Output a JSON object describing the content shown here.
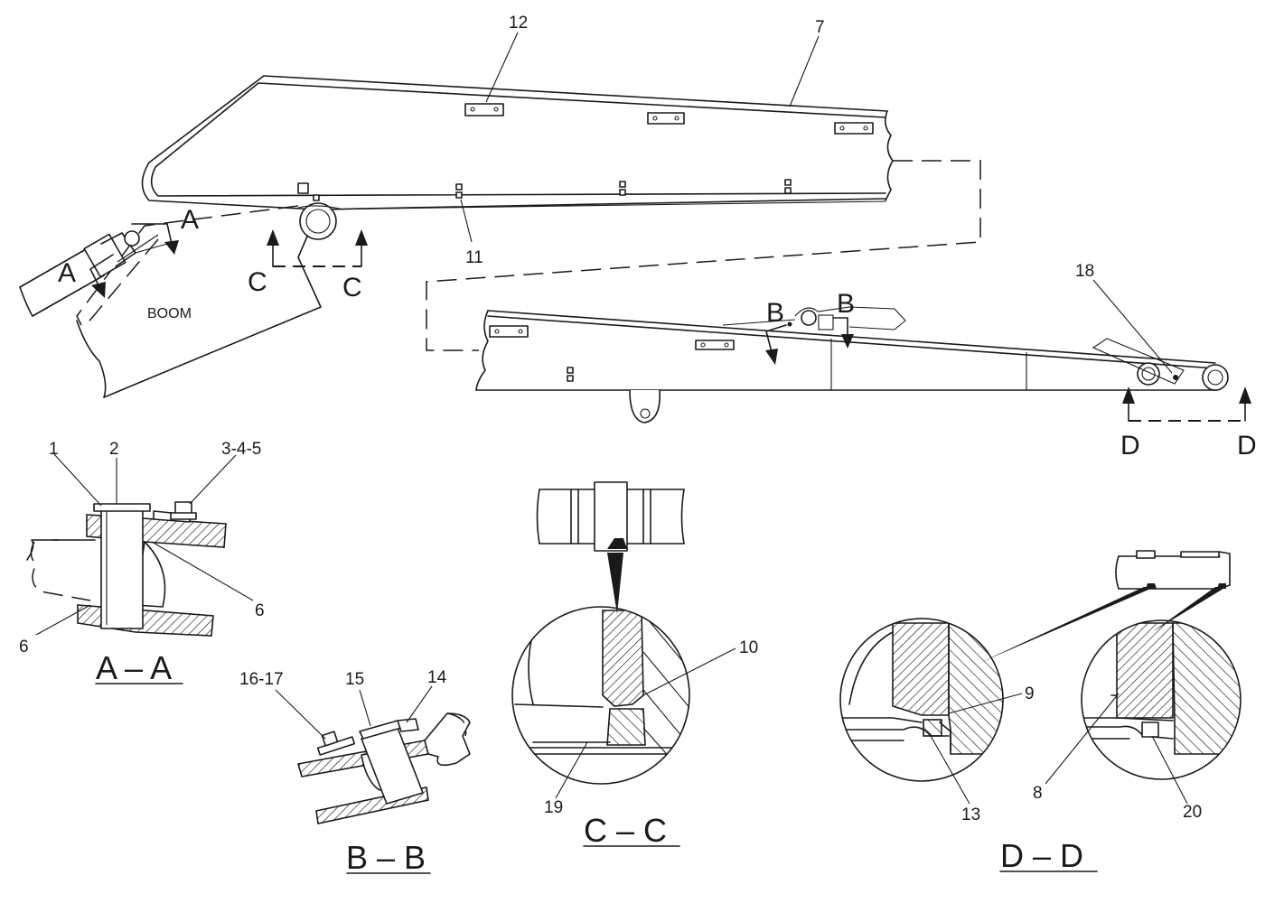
{
  "callouts": {
    "c12": "12",
    "c7": "7",
    "c11": "11",
    "c18": "18",
    "c1": "1",
    "c2": "2",
    "c345": "3-4-5",
    "c6a": "6",
    "c6b": "6",
    "c1617": "16-17",
    "c15": "15",
    "c14": "14",
    "c10": "10",
    "c19": "19",
    "c9": "9",
    "c13": "13",
    "c8": "8",
    "c20": "20"
  },
  "section_markers": {
    "a1": "A",
    "a2": "A",
    "b1": "B",
    "b2": "B",
    "c1": "C",
    "c2": "C",
    "d1": "D",
    "d2": "D"
  },
  "section_titles": {
    "aa": "A – A",
    "bb": "B – B",
    "cc": "C – C",
    "dd": "D – D"
  },
  "boom_label": "BOOM"
}
